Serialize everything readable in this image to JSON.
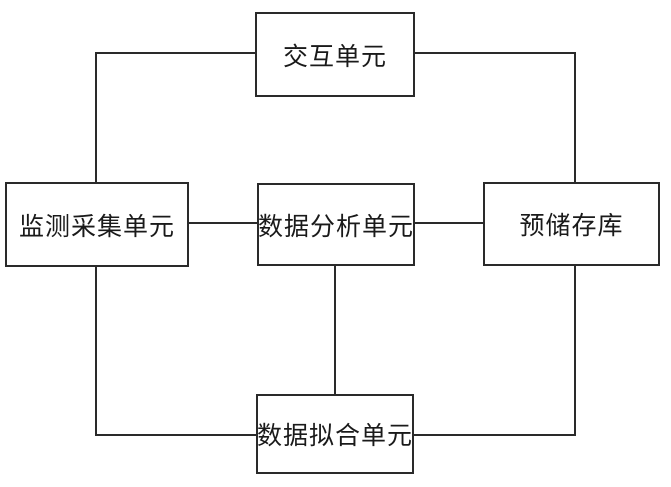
{
  "diagram": {
    "colors": {
      "background": "#ffffff",
      "line": "#2a2a2a",
      "text": "#1a1a1a"
    },
    "nodes": [
      {
        "id": "interaction-unit",
        "label": "交互单元"
      },
      {
        "id": "monitoring-collection-unit",
        "label": "监测采集单元"
      },
      {
        "id": "data-analysis-unit",
        "label": "数据分析单元"
      },
      {
        "id": "pre-storage-repository",
        "label": "预储存库"
      },
      {
        "id": "data-fitting-unit",
        "label": "数据拟合单元"
      }
    ],
    "connections": [
      {
        "from": "interaction-unit",
        "to": "monitoring-collection-unit",
        "style": "orthogonal"
      },
      {
        "from": "interaction-unit",
        "to": "pre-storage-repository",
        "style": "orthogonal"
      },
      {
        "from": "monitoring-collection-unit",
        "to": "data-analysis-unit",
        "style": "straight"
      },
      {
        "from": "data-analysis-unit",
        "to": "pre-storage-repository",
        "style": "straight"
      },
      {
        "from": "data-analysis-unit",
        "to": "data-fitting-unit",
        "style": "straight"
      },
      {
        "from": "monitoring-collection-unit",
        "to": "data-fitting-unit",
        "style": "orthogonal"
      },
      {
        "from": "pre-storage-repository",
        "to": "data-fitting-unit",
        "style": "orthogonal"
      }
    ]
  }
}
